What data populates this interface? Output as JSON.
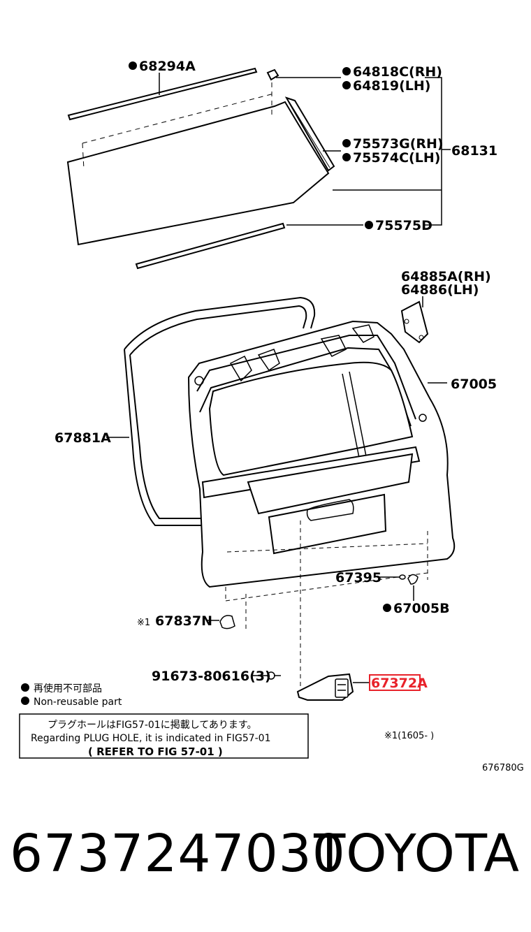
{
  "diagram": {
    "labels": {
      "molding_top": "68294A",
      "hinge_cover": "64818C(RH)",
      "hinge_cover_lh": "64819(LH)",
      "side_molding_rh": "75573G(RH)",
      "side_molding_lh": "75574C(LH)",
      "glass_assy": "68131",
      "lower_molding": "75575D",
      "stopper_rh": "64885A(RH)",
      "stopper_lh": "64886(LH)",
      "back_door_panel": "67005",
      "weatherstrip": "67881A",
      "cushion": "67395",
      "plug": "67005B",
      "clip": "67837N",
      "clip_prefix": "※1",
      "bolt": "91673-80616(3)",
      "bracket_highlighted": "67372A",
      "illustration_code": "676780G",
      "footnote": "※1(1605-      )"
    },
    "legend": {
      "nonreusable_jp": "再使用不可部品",
      "nonreusable_en": "Non-reusable part"
    },
    "note": {
      "line_jp": "プラグホールはFIG57-01に掲載してあります。",
      "line_en": "Regarding PLUG HOLE, it is indicated in FIG57-01",
      "line_ref": "( REFER TO FIG 57-01 )"
    },
    "highlight_color": "#e8222a"
  },
  "caption": {
    "part_number": "6737247030",
    "brand": "TOYOTA"
  }
}
